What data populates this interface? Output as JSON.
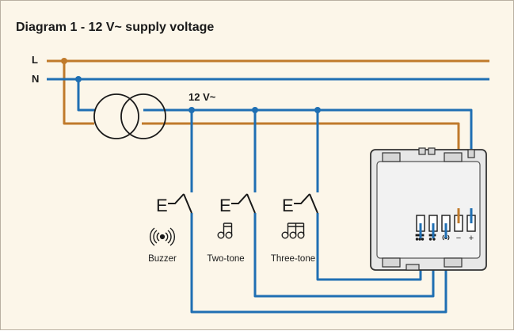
{
  "title": "Diagram 1 - 12 V~ supply voltage",
  "lines": {
    "phase": "L",
    "neutral": "N"
  },
  "transformer": {
    "secondary_label": "12 V~"
  },
  "pushbuttons": [
    {
      "symbol": "E",
      "label": "Buzzer",
      "icon": "buzzer-icon"
    },
    {
      "symbol": "E",
      "label": "Two-tone",
      "icon": "two-tone-note-icon"
    },
    {
      "symbol": "E",
      "label": "Three-tone",
      "icon": "three-tone-note-icon"
    }
  ],
  "device": {
    "terminal_minus": "−",
    "terminal_plus": "+"
  },
  "colors": {
    "background": "#fcf6e9",
    "border": "#b9b0a2",
    "phase_wire": "#c07a2b",
    "neutral_wire": "#1f6fb3",
    "text": "#1a1a1a",
    "device_body": "#e7e7e7",
    "device_outline": "#333333"
  }
}
